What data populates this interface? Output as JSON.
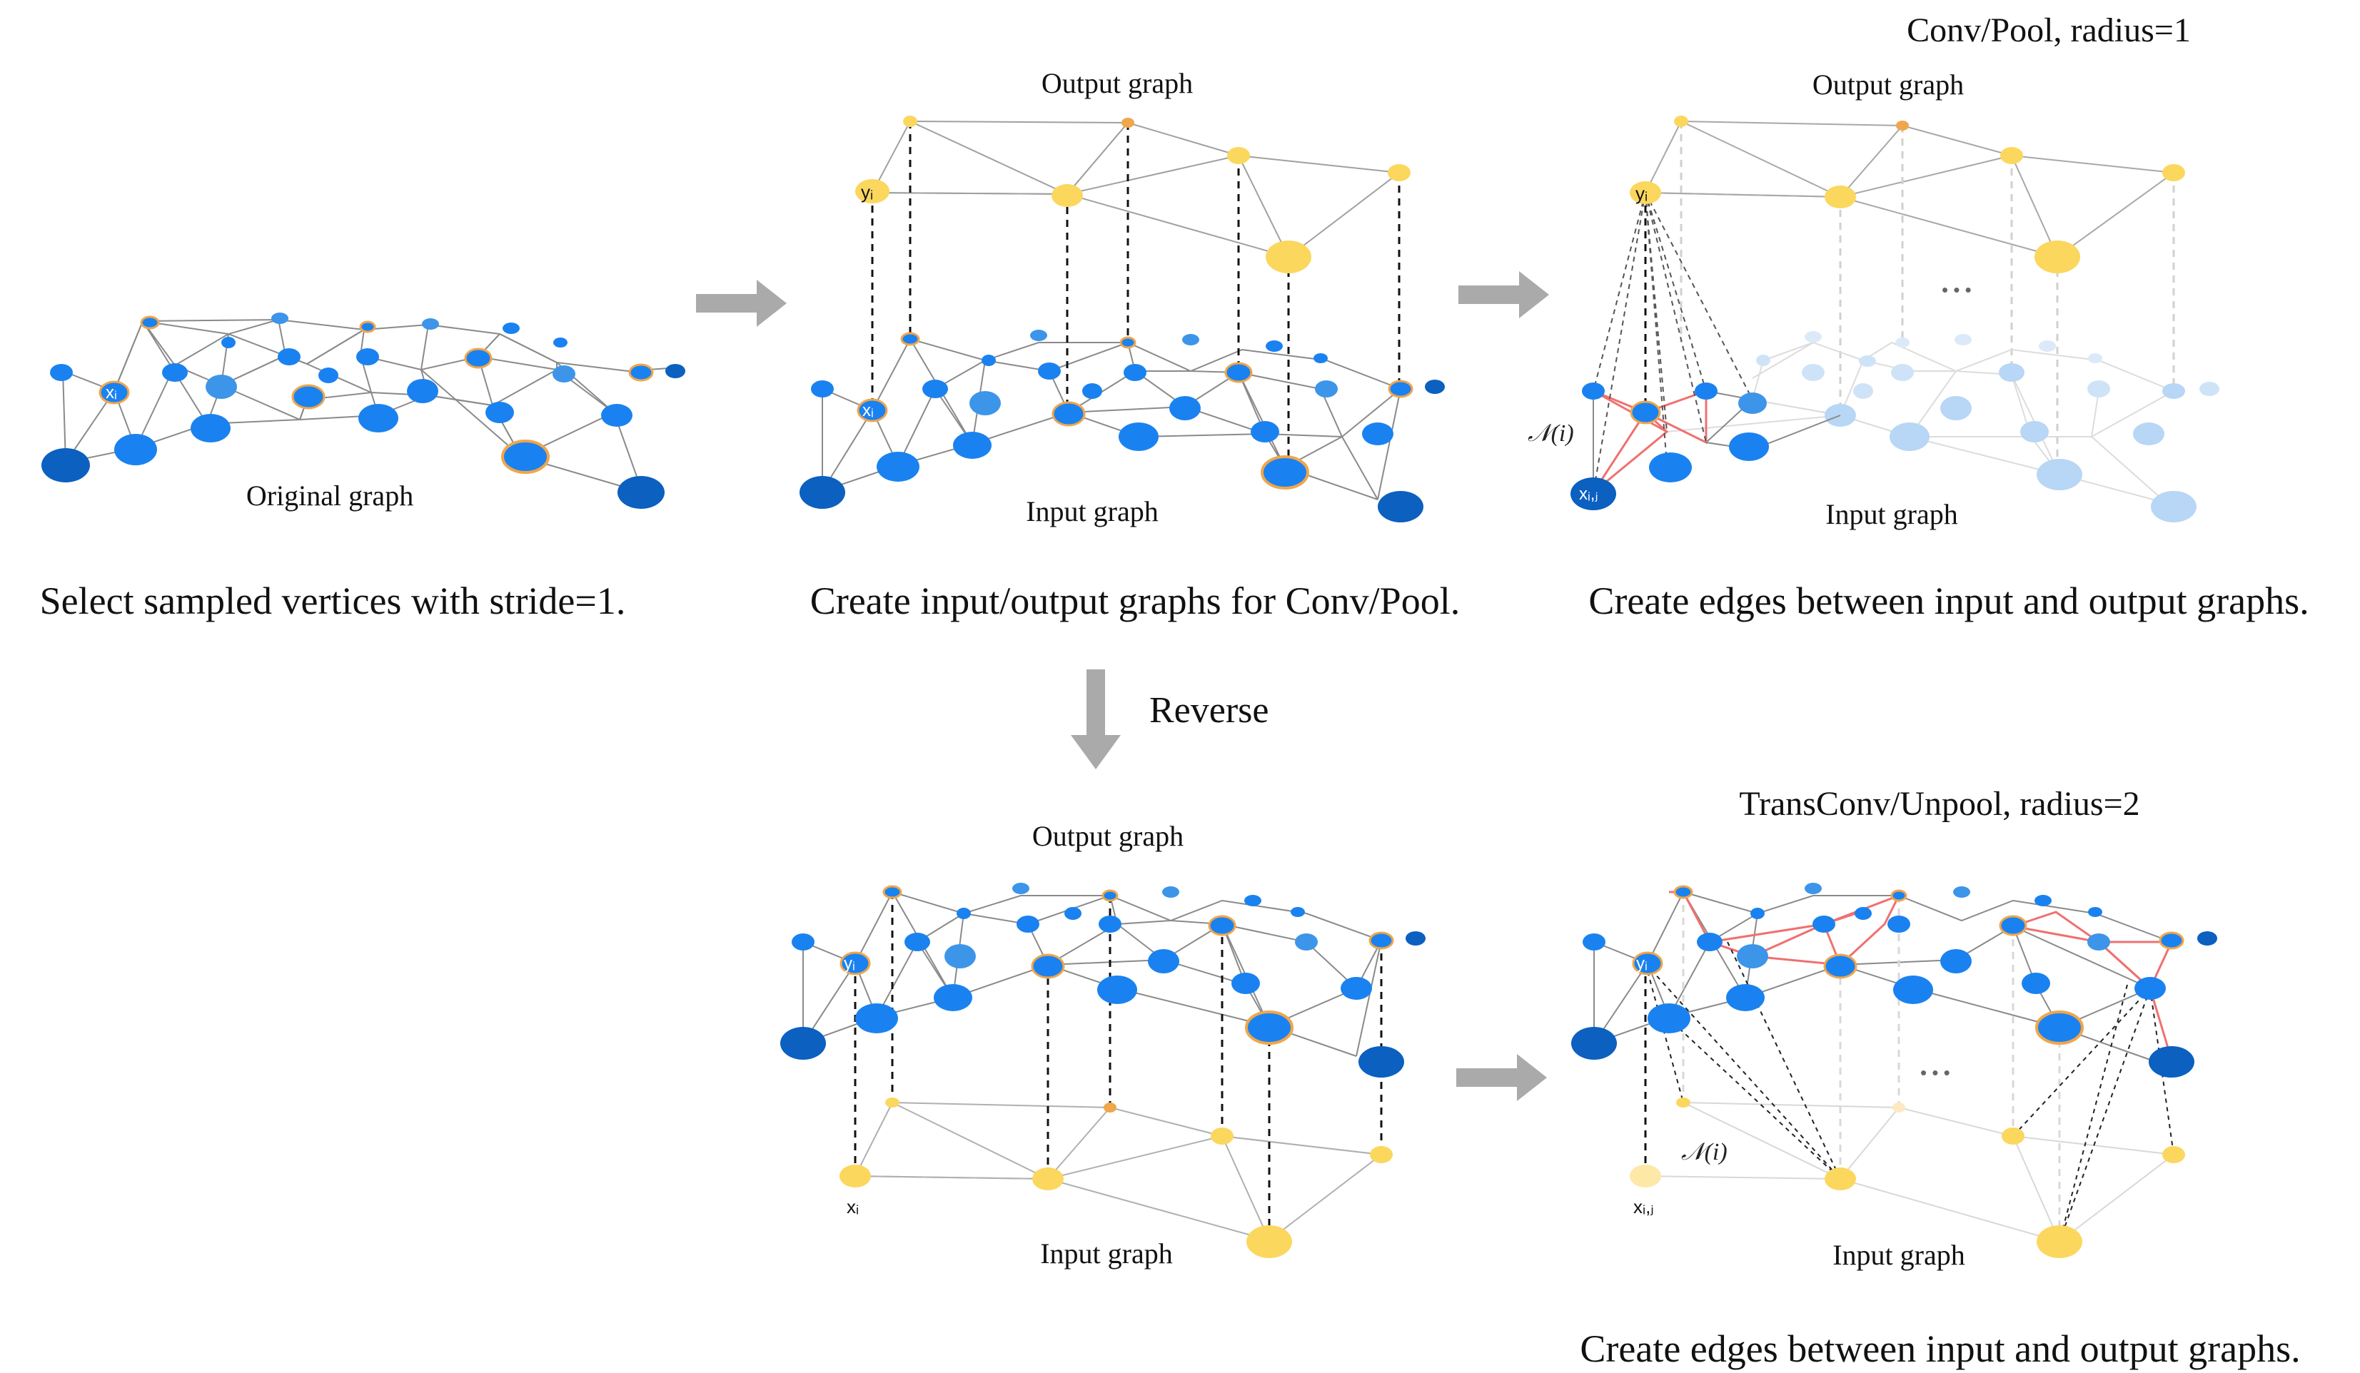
{
  "labels": {
    "original_graph": "Original graph",
    "output_graph": "Output graph",
    "input_graph": "Input graph",
    "conv_pool_title": "Conv/Pool, radius=1",
    "transconv_title": "TransConv/Unpool, radius=2",
    "reverse": "Reverse",
    "neighborhood": "𝒩(i)",
    "ellipsis": "• • •"
  },
  "captions": {
    "step1": "Select sampled vertices with stride=1.",
    "step2": "Create input/output graphs for Conv/Pool.",
    "step3": "Create edges between input and output graphs.",
    "step4": "Create edges between input and output graphs."
  },
  "node_labels": {
    "x_i": "xᵢ",
    "y_i": "yᵢ",
    "x_ij": "xᵢ,ⱼ"
  },
  "colors": {
    "blue": "#1a82f0",
    "dark_blue": "#0b60c0",
    "light_blue": "#3d95ea",
    "faded_blue": "#b8d6f5",
    "yellow": "#fbd75e",
    "orange": "#f0a64b",
    "red_edge": "#f07070",
    "arrow_gray": "#aaaaaa",
    "edge_gray": "#8a8a8a"
  }
}
